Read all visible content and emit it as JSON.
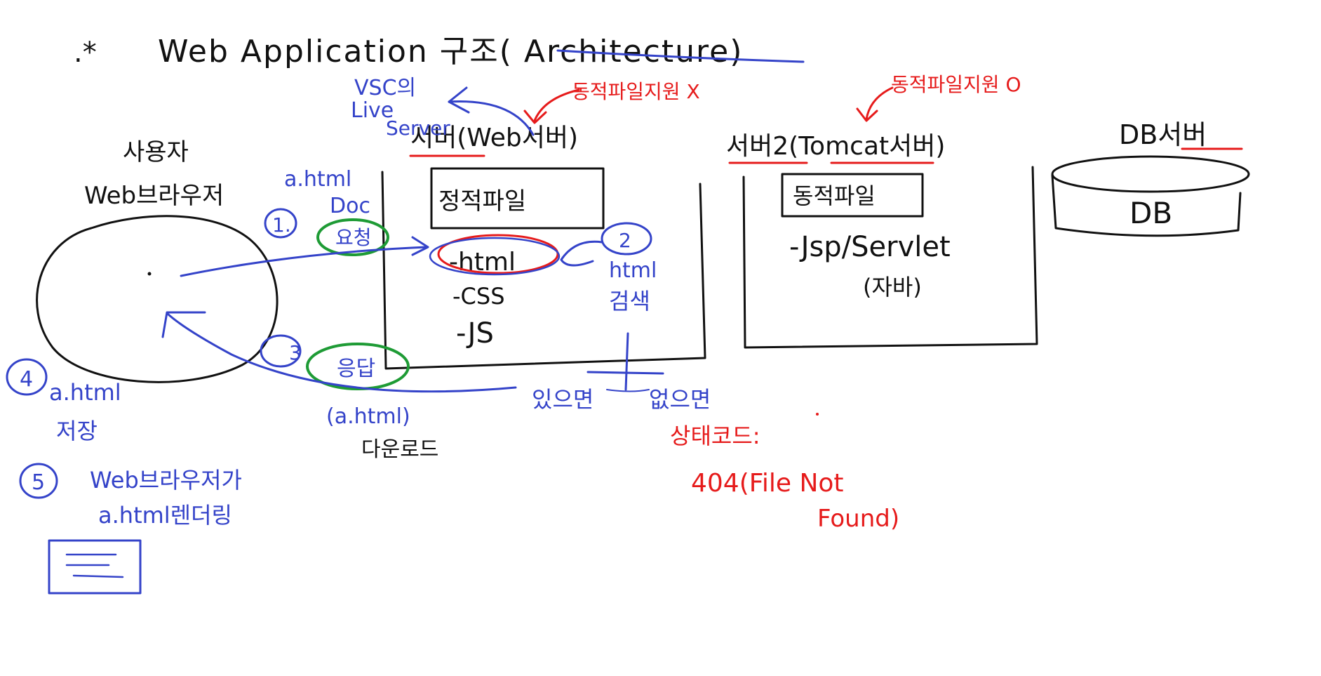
{
  "title": {
    "bullet": ".*",
    "text": "Web Application 구조( Architecture)"
  },
  "client": {
    "label_line1": "사용자",
    "label_line2": "Web브라우저"
  },
  "server1": {
    "label": "서버(Web서버)",
    "static_box": "정적파일",
    "files": [
      "-html",
      "-CSS",
      "-JS"
    ],
    "note_red": "동적파일지원 X",
    "note_blue_line1": "VSC의",
    "note_blue_line2": "Live",
    "note_blue_line3": "Server"
  },
  "server2": {
    "label": "서버2(Tomcat서버)",
    "dynamic_box": "동적파일",
    "files": [
      "-Jsp/Servlet",
      "(자바)"
    ],
    "note_red": "동적파일지원 O"
  },
  "db_server": {
    "label": "DB서버",
    "cylinder_label": "DB"
  },
  "steps": {
    "step1_num": "1.",
    "step1_file": "a.html",
    "step1_doc": "Doc",
    "step1_action": "요청",
    "step2_num": "2",
    "step2_line1": "html",
    "step2_line2": "검색",
    "branch_yes": "있으면",
    "branch_no": "없으면",
    "step3_num": "3",
    "step3_action": "응답",
    "step3_file": "(a.html)",
    "step3_download": "다운로드",
    "step4_num": "4",
    "step4_line1": "a.html",
    "step4_line2": "저장",
    "step5_num": "5",
    "step5_line1": "Web브라우저가",
    "step5_line2": "a.html렌더링"
  },
  "error": {
    "label": "상태코드:",
    "code": "404(File Not",
    "code_line2": "Found)"
  },
  "colors": {
    "ink": "#111111",
    "blue_pen": "#3443c9",
    "red_pen": "#e61b1b",
    "green_pen": "#1e9b35"
  }
}
